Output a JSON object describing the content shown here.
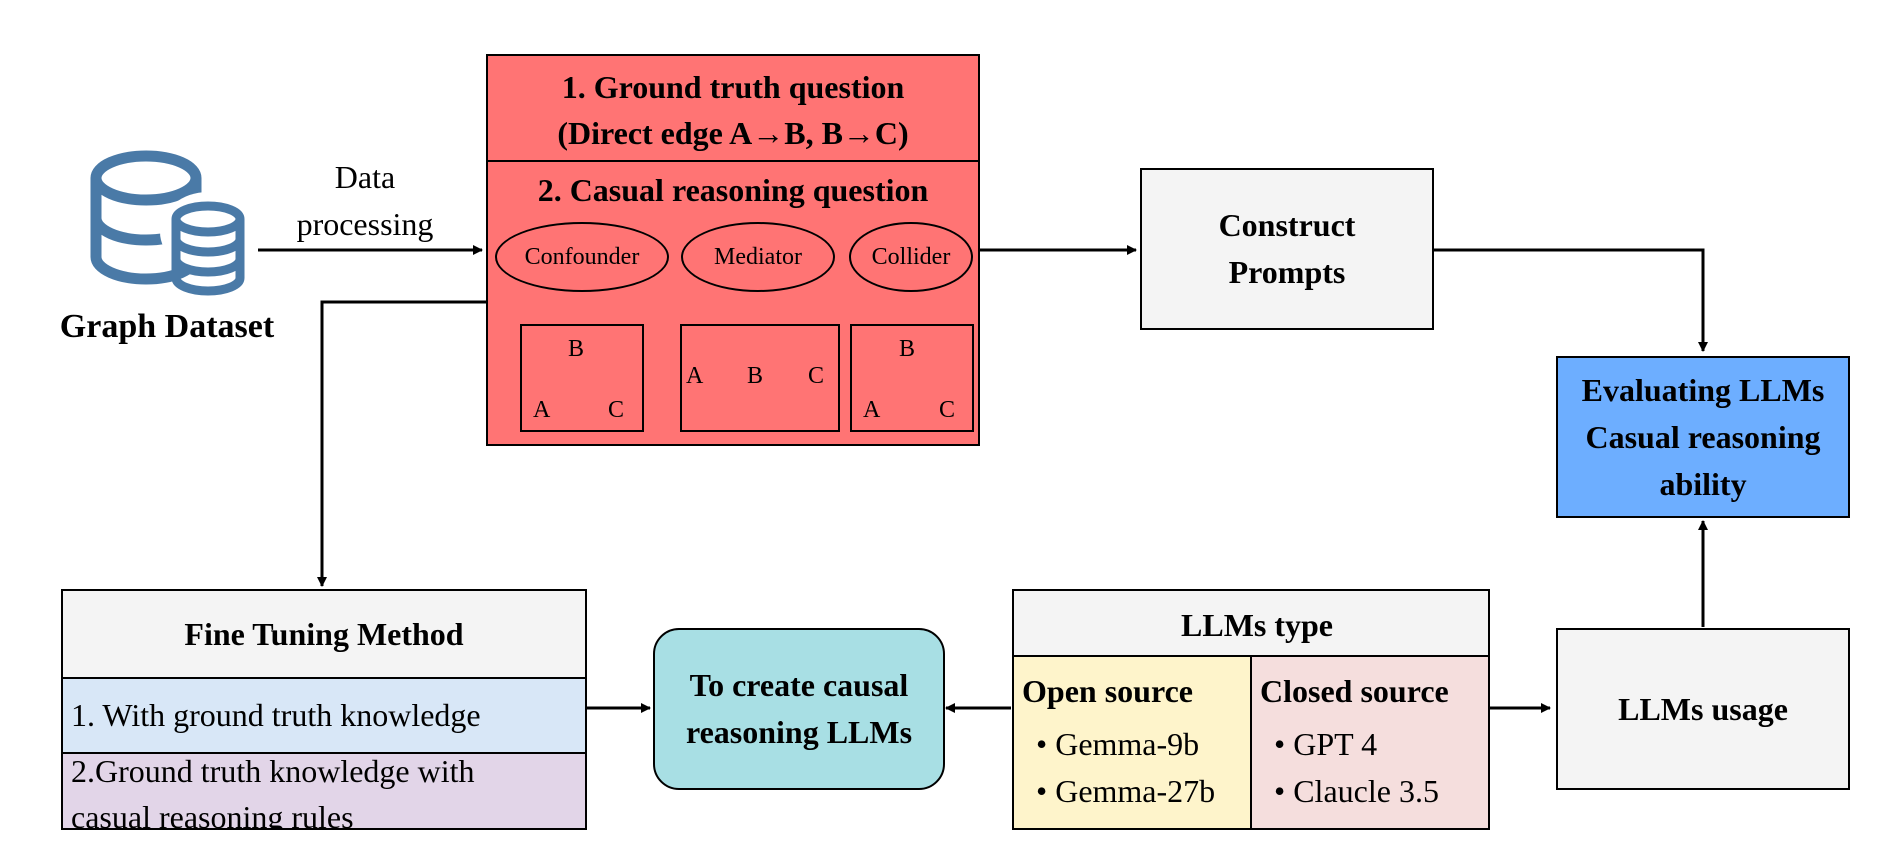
{
  "dataset": {
    "label": "Graph Dataset",
    "icon": "database-icon"
  },
  "edge_labels": {
    "data_processing_1": "Data",
    "data_processing_2": "processing"
  },
  "question_block": {
    "ground_truth_line1": "1. Ground truth question",
    "ground_truth_line2": "(Direct edge A→B, B→C)",
    "causal_title": "2. Casual reasoning question",
    "nodes": [
      "Confounder",
      "Mediator",
      "Collider"
    ],
    "graph_labels": {
      "a": "A",
      "b": "B",
      "c": "C"
    }
  },
  "construct_prompts": {
    "line1": "Construct",
    "line2": "Prompts"
  },
  "evaluating": {
    "line1": "Evaluating LLMs",
    "line2": "Casual reasoning",
    "line3": "ability"
  },
  "fine_tuning": {
    "title": "Fine Tuning Method",
    "item1": "1. With ground truth knowledge",
    "item2_line1": "2.Ground truth knowledge with",
    "item2_line2": "casual reasoning rules"
  },
  "create_llms": {
    "line1": "To create causal",
    "line2": "reasoning LLMs"
  },
  "llms_type": {
    "title": "LLMs type",
    "icon": "cycle-icon",
    "open_title": "Open source",
    "open_items": [
      "Gemma-9b",
      "Gemma-27b"
    ],
    "closed_title": "Closed source",
    "closed_items": [
      "GPT 4",
      "Claucle 3.5"
    ]
  },
  "llms_usage": {
    "label": "LLMs usage"
  },
  "colors": {
    "red_block": "#ff7474",
    "blue_eval": "#6daeff",
    "teal": "#a8dfe4",
    "grey_box": "#f4f4f4",
    "light_blue": "#d8e7f7",
    "lavender": "#e2d5e8",
    "yellow": "#fef4cb",
    "pink": "#f5dedd",
    "db_blue": "#4a7aa7"
  }
}
